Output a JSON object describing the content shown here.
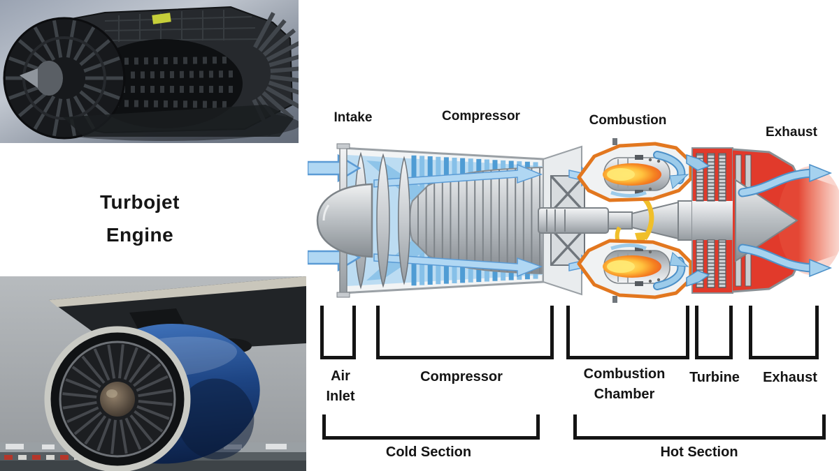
{
  "title": {
    "line1": "Turbojet",
    "line2": "Engine"
  },
  "diagram": {
    "top_labels": {
      "intake": "Intake",
      "compressor": "Compressor",
      "combustion": "Combustion",
      "exhaust": "Exhaust"
    },
    "bracket_labels": {
      "air_inlet_line1": "Air",
      "air_inlet_line2": "Inlet",
      "compressor": "Compressor",
      "combustion_line1": "Combustion",
      "combustion_line2": "Chamber",
      "turbine": "Turbine",
      "exhaust": "Exhaust"
    },
    "section_labels": {
      "cold": "Cold Section",
      "hot": "Hot Section"
    }
  },
  "colors": {
    "flow_arrow_blue": "#a9d3f0",
    "combustor_orange": "#e2771f",
    "hot_section_red": "#e13a2b",
    "flame_yellow": "#ffd34d",
    "rotation_arrow_yellow": "#f0bf2a",
    "metal_gray": "#c9cdd1",
    "label_color": "#141414"
  }
}
